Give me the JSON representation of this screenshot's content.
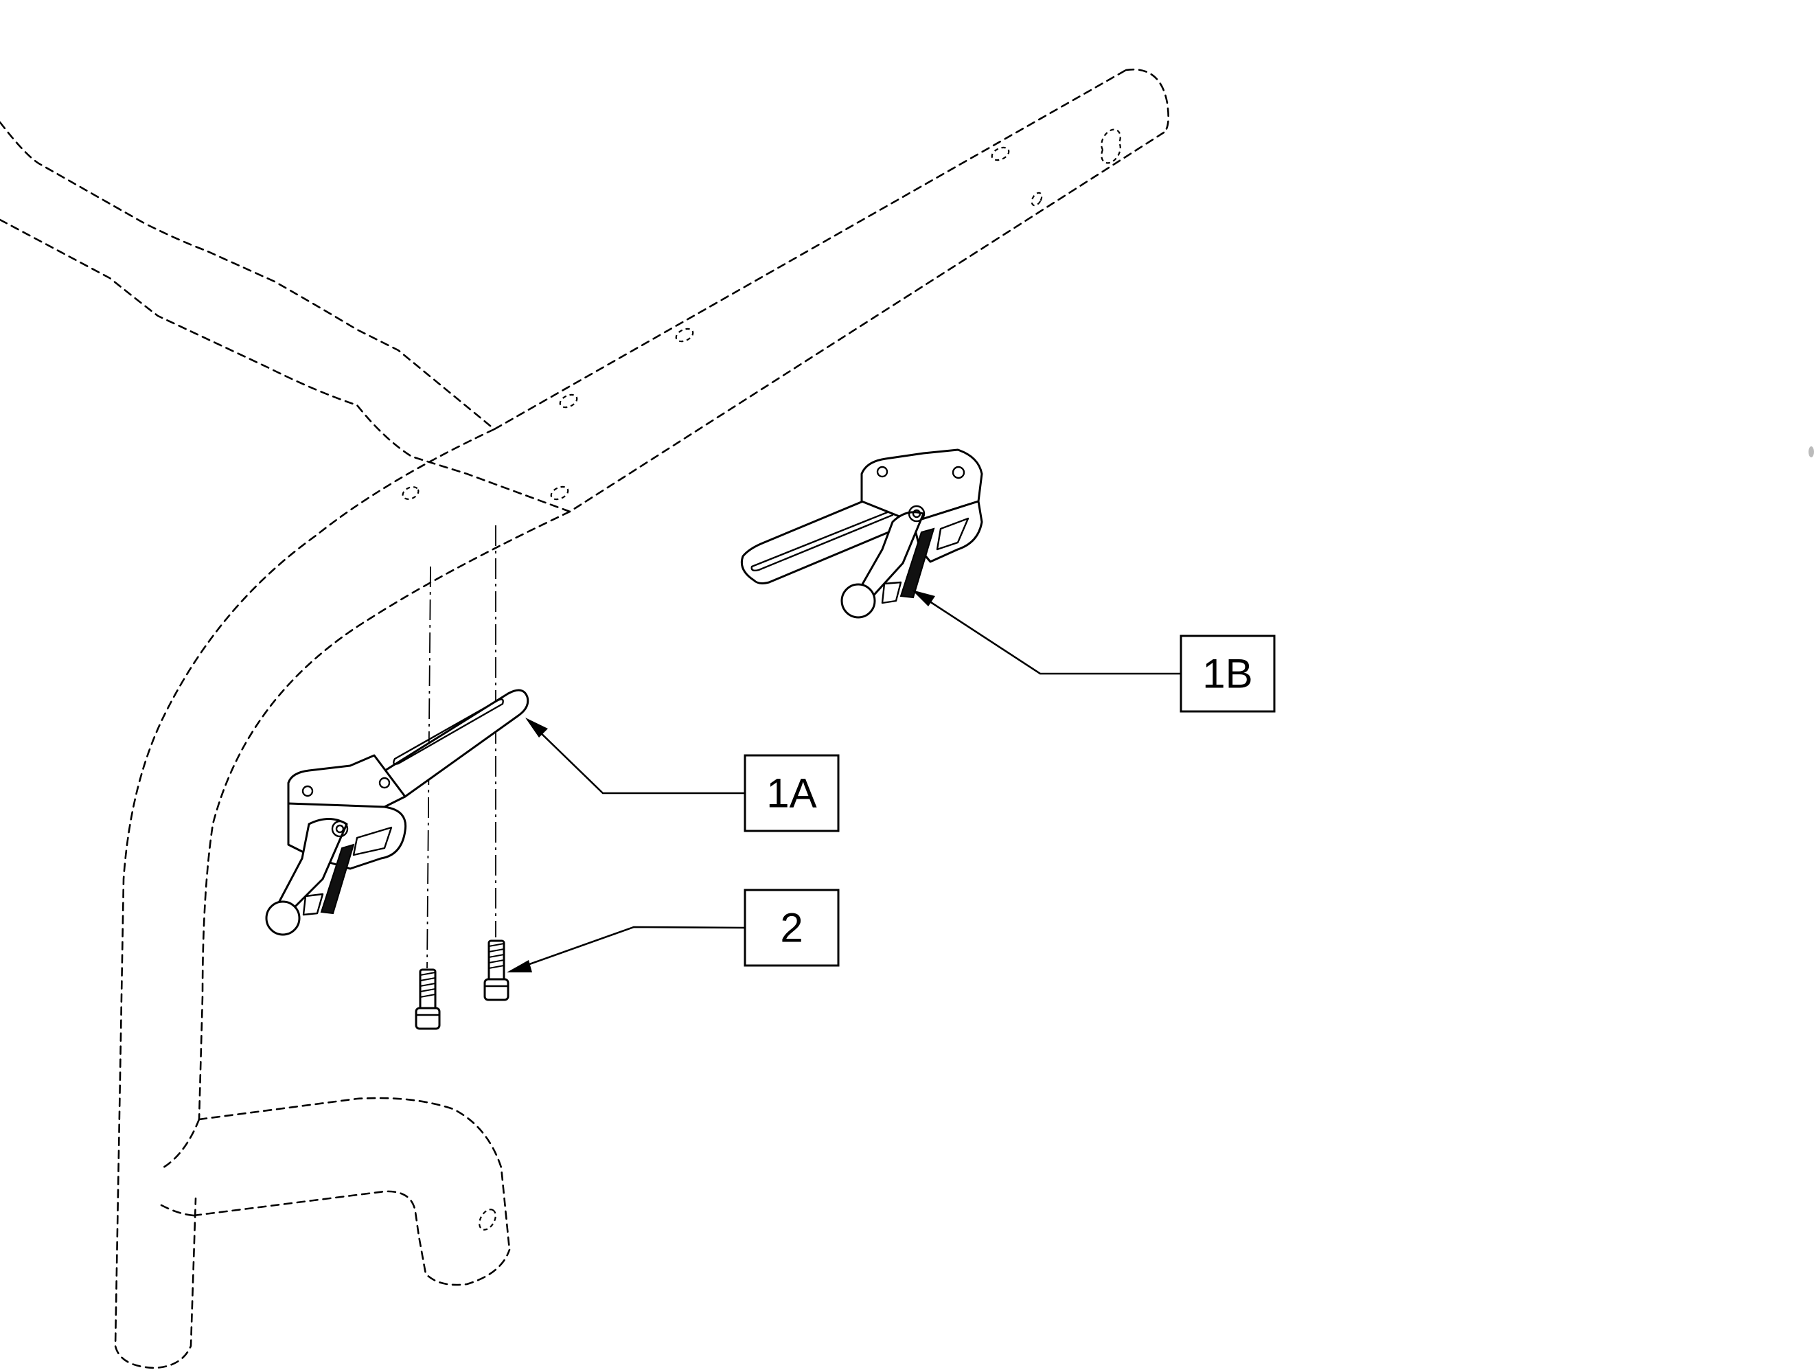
{
  "callouts": {
    "c1a": {
      "label": "1A"
    },
    "c1b": {
      "label": "1B"
    },
    "c2": {
      "label": "2"
    }
  },
  "colors": {
    "line": "#000000",
    "background": "#ffffff",
    "knurl": "#111111"
  }
}
